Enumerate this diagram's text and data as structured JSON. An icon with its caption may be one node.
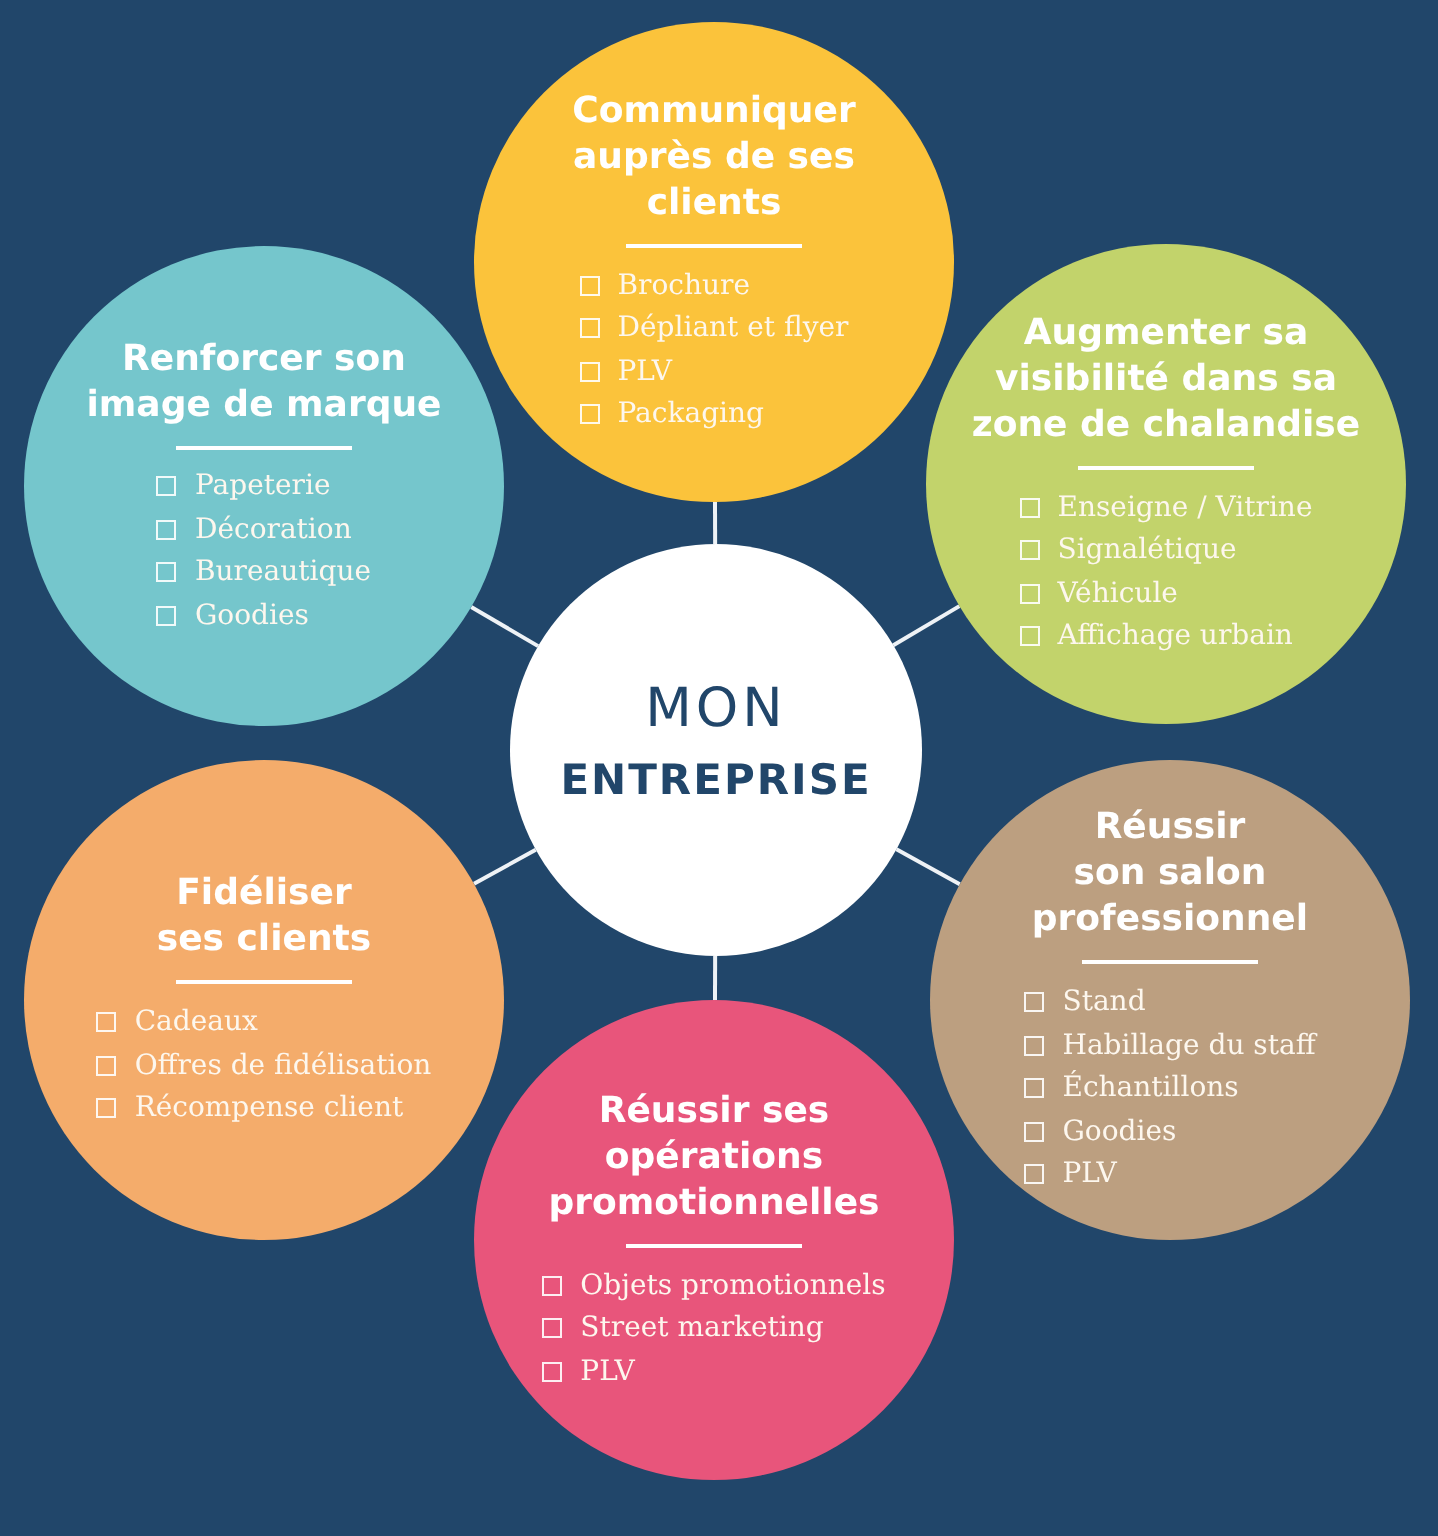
{
  "diagram": {
    "nodes": [
      {
        "text": [
          "MON",
          "ENTREPRISE"
        ]
      },
      {
        "text": [
          "Communiquer auprès de ses clients",
          "Brochure",
          "Dépliant et flyer",
          "PLV",
          "Packaging"
        ]
      },
      {
        "text": [
          "Augmenter sa visibilité dans sa zone de chalandise",
          "Enseigne / Vitrine",
          "Signalétique",
          "Véhicule",
          "Affichage urbain"
        ]
      },
      {
        "text": [
          "Réussir son salon professionnel",
          "Stand",
          "Habillage du staff",
          "Échantillons",
          "Goodies",
          "PLV"
        ]
      },
      {
        "text": [
          "Réussir ses opérations promotionnelles",
          "Objets promotionnels",
          "Street marketing",
          "PLV"
        ]
      },
      {
        "text": [
          "Fidéliser ses clients",
          "Cadeaux",
          "Offres de fidélisation",
          "Récompense client"
        ]
      },
      {
        "text": [
          "Renforcer son image de marque",
          "Papeterie",
          "Décoration",
          "Bureautique",
          "Goodies"
        ]
      }
    ],
    "edges": [
      {
        "from": 0,
        "to": 1,
        "arrow": "none"
      },
      {
        "from": 0,
        "to": 2,
        "arrow": "none"
      },
      {
        "from": 0,
        "to": 3,
        "arrow": "none"
      },
      {
        "from": 0,
        "to": 4,
        "arrow": "none"
      },
      {
        "from": 0,
        "to": 5,
        "arrow": "none"
      },
      {
        "from": 0,
        "to": 6,
        "arrow": "none"
      }
    ]
  }
}
